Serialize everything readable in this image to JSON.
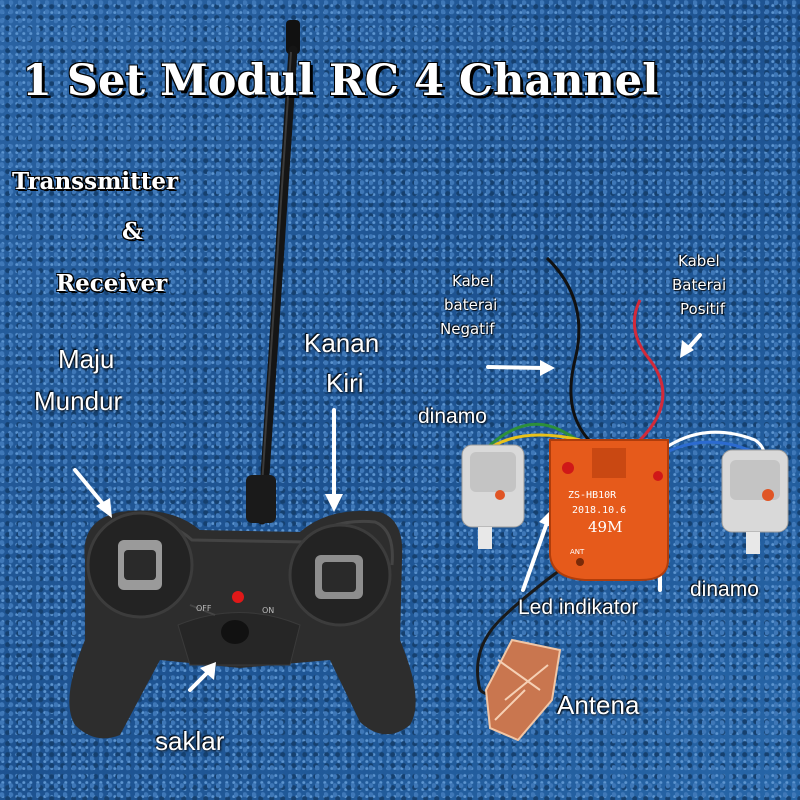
{
  "title": "1 Set Modul RC 4 Channel",
  "subtitle": {
    "line1": "Transsmitter",
    "line2": "&",
    "line3": "Receiver"
  },
  "labels": {
    "maju_mundur_1": "Maju",
    "maju_mundur_2": "Mundur",
    "kanan_kiri_1": "Kanan",
    "kanan_kiri_2": "Kiri",
    "saklar": "saklar",
    "kabel_negatif_1": "Kabel",
    "kabel_negatif_2": "baterai",
    "kabel_negatif_3": "Negatif",
    "kabel_positif_1": "Kabel",
    "kabel_positif_2": "Baterai",
    "kabel_positif_3": "Positif",
    "dinamo_left": "dinamo",
    "dinamo_right": "dinamo",
    "led_indikator": "Led indikator",
    "antena": "Antena"
  },
  "pcb": {
    "model": "ZS-HB10R",
    "date": "2018.10.6",
    "freq": "49M",
    "ant": "ANT"
  },
  "remote": {
    "off": "OFF",
    "on": "ON"
  }
}
